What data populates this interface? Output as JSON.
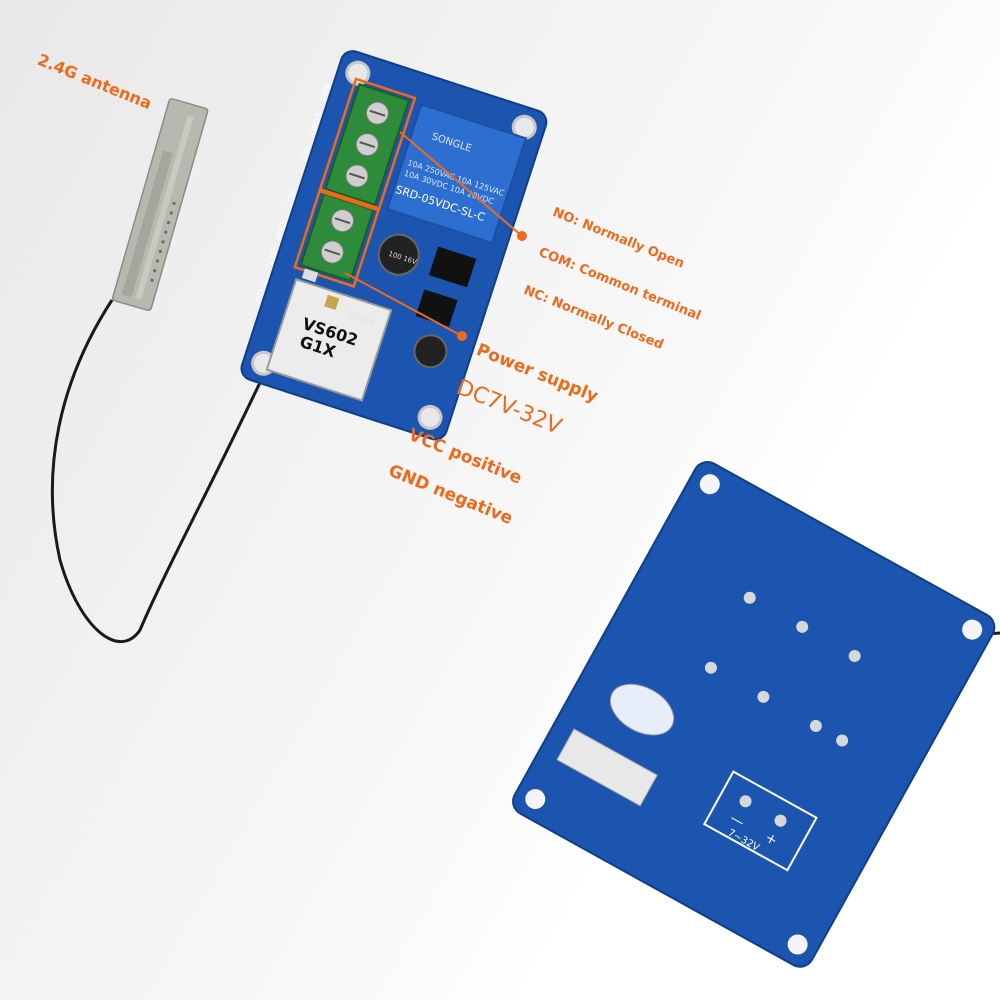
{
  "labels": {
    "antenna": "2.4G antenna",
    "no": "NO: Normally Open",
    "com": "COM: Common terminal",
    "nc": "NC: Normally Closed",
    "power": "Power supply",
    "voltage": "DC7V-32V",
    "vcc": "VCC positive",
    "gnd": "GND negative"
  },
  "board_text": {
    "module_line1": "VS602",
    "module_line2": "G1X",
    "relay_brand": "SONGLE",
    "relay_line1": "10A 250VAC  10A 125VAC",
    "relay_line2": "10A 30VDC  10A 28VDC",
    "relay_model": "SRD-05VDC-SL-C",
    "term_no": "NO1",
    "term_com": "COM1",
    "term_nc": "NC1",
    "term_vcc": "VCC",
    "term_gnd": "GND",
    "set": "SET",
    "volt": "7-32V",
    "cap1": "100 16V",
    "cap2": "220 25V",
    "back_volt": "7~32V",
    "back_plus": "+",
    "back_minus": "—"
  },
  "colors": {
    "accent": "#ee6a1a",
    "pcb": "#1b55b0",
    "terminal": "#2e8b3a",
    "relay": "#2d6fd1"
  }
}
